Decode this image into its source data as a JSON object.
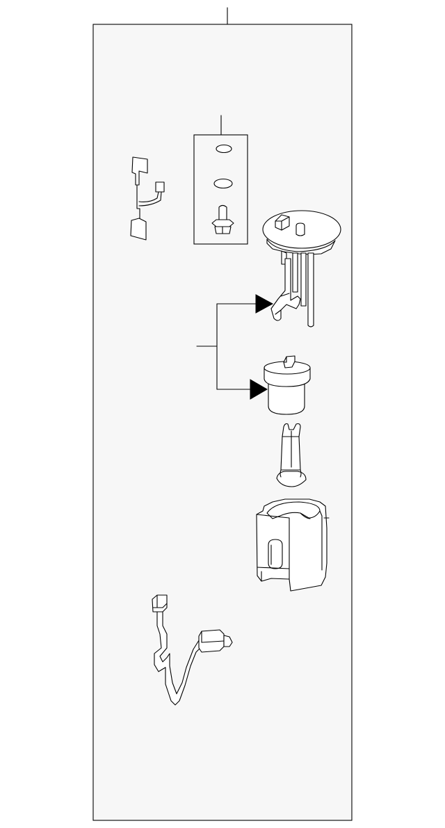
{
  "diagram": {
    "panel_fill": "#f7f7f7",
    "line_color": "#000000",
    "callout_arrow": "filled-triangle",
    "parts": [
      "leader-top",
      "small-harness",
      "gasket-bolt-set",
      "sender-unit",
      "filter-cup",
      "fuel-pump",
      "pump-holder",
      "main-harness"
    ]
  }
}
